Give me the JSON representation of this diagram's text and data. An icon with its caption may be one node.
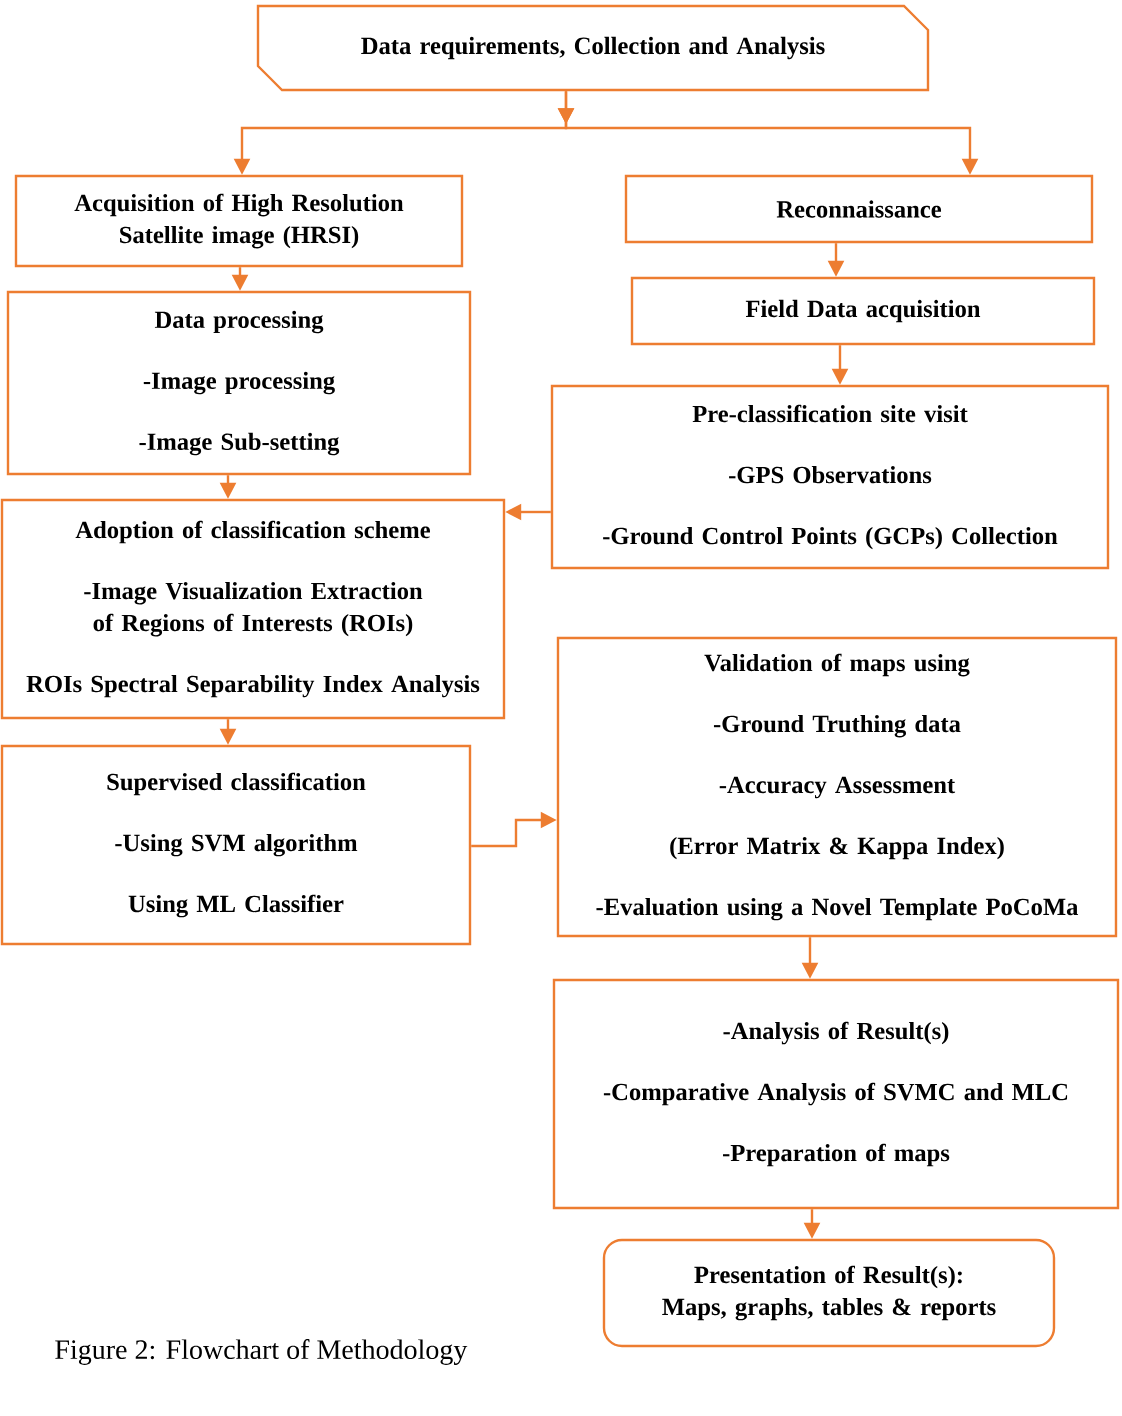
{
  "diagram": {
    "caption": "Figure 2: Flowchart of Methodology",
    "nodes": [
      {
        "text": [
          "Data requirements, Collection and Analysis"
        ]
      },
      {
        "text": [
          "Acquisition of High Resolution Satellite image (HRSI)"
        ]
      },
      {
        "text": [
          "Reconnaissance"
        ]
      },
      {
        "text": [
          "Field Data acquisition"
        ]
      },
      {
        "text": [
          "Pre-classification site visit",
          "-GPS Observations",
          "-Ground Control Points (GCPs) Collection"
        ]
      },
      {
        "text": [
          "Data processing",
          "-Image processing",
          "-Image Sub-setting"
        ]
      },
      {
        "text": [
          "Adoption of classification scheme",
          "-Image Visualization Extraction of Regions of Interests (ROIs)",
          "ROIs Spectral Separability Index Analysis"
        ]
      },
      {
        "text": [
          "Supervised classification",
          "-Using SVM algorithm",
          "Using ML Classifier"
        ]
      },
      {
        "text": [
          "Validation of maps using",
          "-Ground Truthing data",
          "-Accuracy Assessment",
          "(Error Matrix & Kappa Index)",
          "-Evaluation using a Novel Template PoCoMa"
        ]
      },
      {
        "text": [
          "-Analysis of Result(s)",
          "-Comparative Analysis of SVMC and MLC",
          "-Preparation of maps"
        ]
      },
      {
        "text": [
          "Presentation of Result(s): Maps, graphs, tables & reports"
        ]
      }
    ],
    "edges": [
      {
        "from": 0,
        "to": 1,
        "arrow": "to"
      },
      {
        "from": 0,
        "to": 2,
        "arrow": "to"
      },
      {
        "from": 2,
        "to": 3,
        "arrow": "to"
      },
      {
        "from": 3,
        "to": 4,
        "arrow": "to"
      },
      {
        "from": 1,
        "to": 5,
        "arrow": "to"
      },
      {
        "from": 5,
        "to": 6,
        "arrow": "to"
      },
      {
        "from": 4,
        "to": 6,
        "arrow": "to"
      },
      {
        "from": 6,
        "to": 7,
        "arrow": "to"
      },
      {
        "from": 7,
        "to": 8,
        "arrow": "to"
      },
      {
        "from": 8,
        "to": 9,
        "arrow": "to"
      },
      {
        "from": 9,
        "to": 10,
        "arrow": "to"
      }
    ]
  }
}
